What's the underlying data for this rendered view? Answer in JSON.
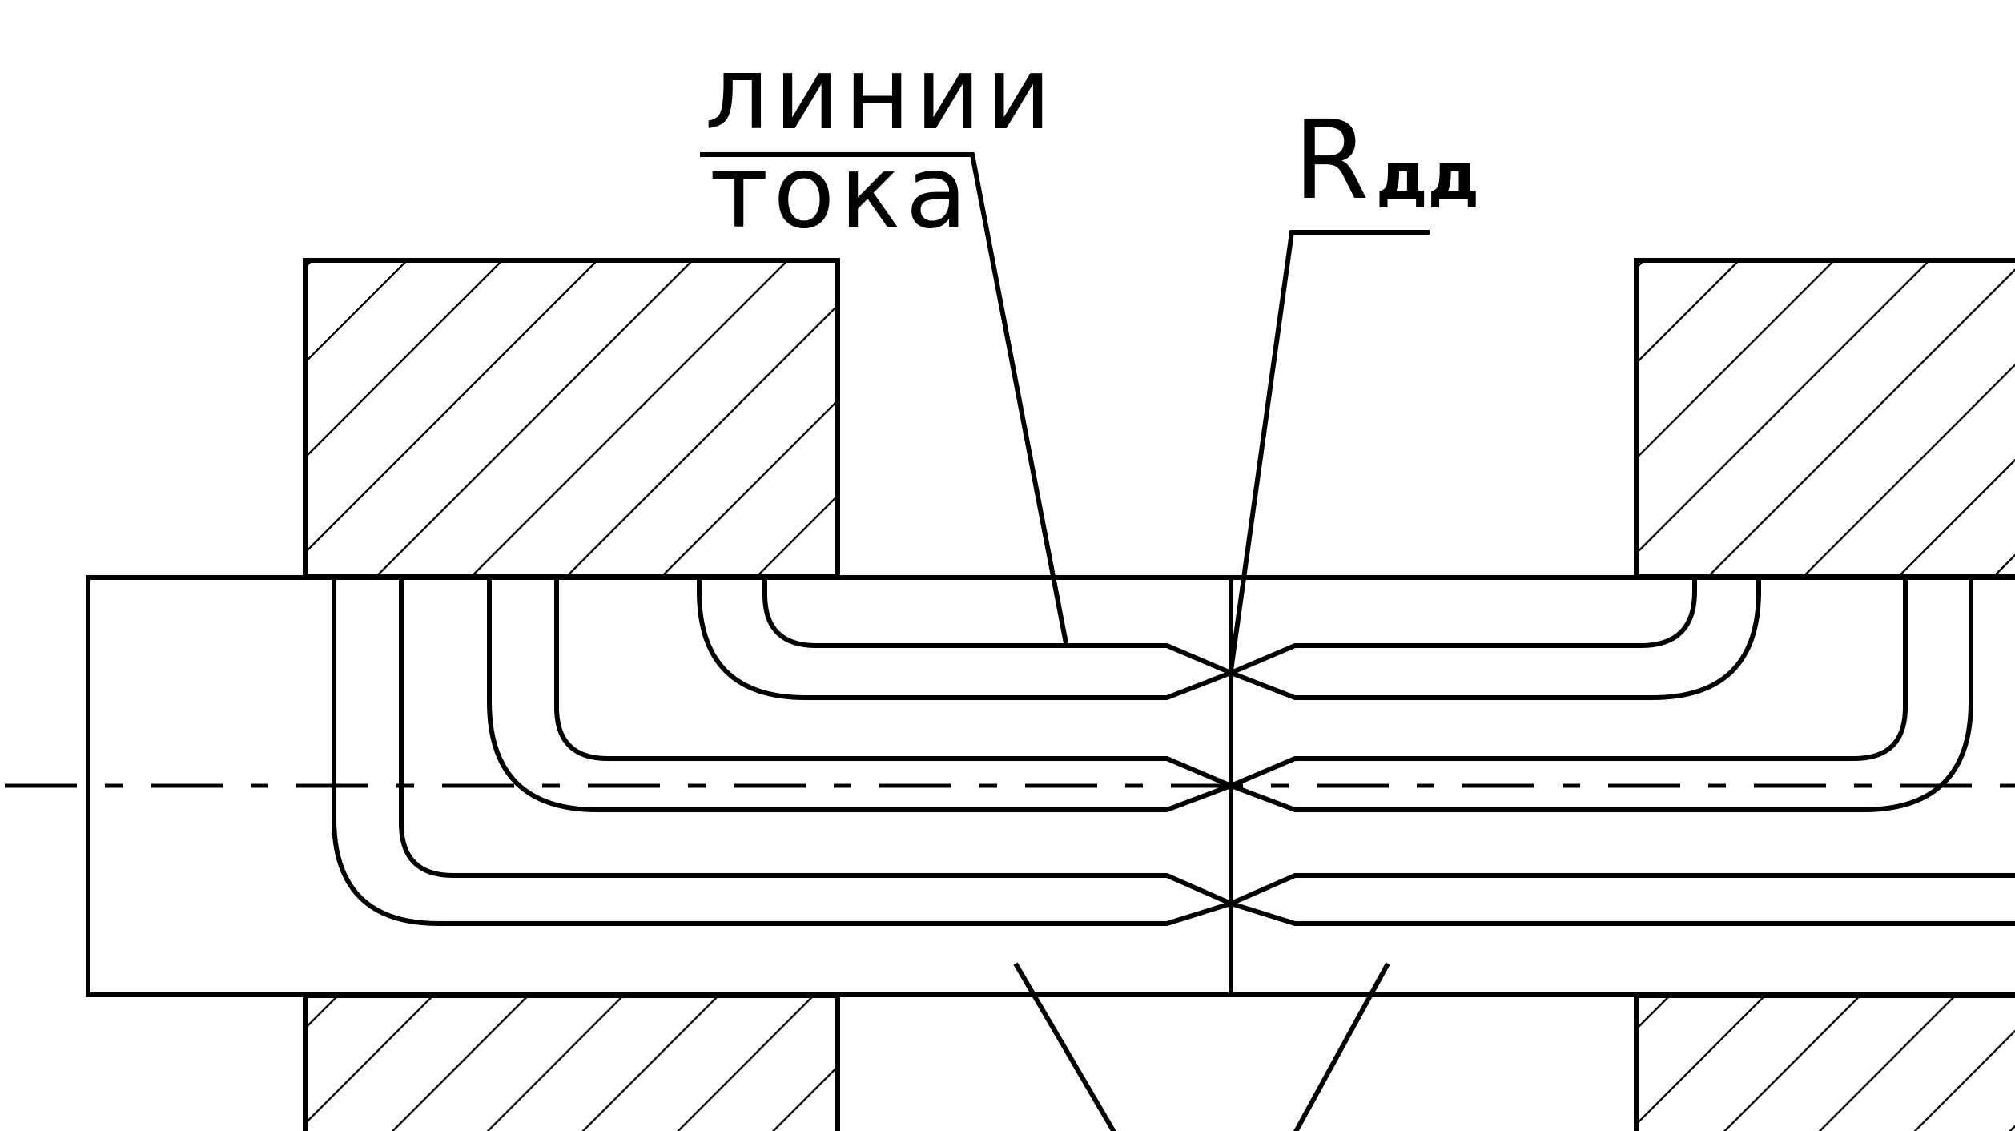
{
  "labels": {
    "current_lines_top": "линии",
    "current_lines_bottom": "тока",
    "resistance_main": "R",
    "resistance_sub": "дд"
  },
  "colors": {
    "ink": "#000000",
    "background": "#ffffff"
  }
}
